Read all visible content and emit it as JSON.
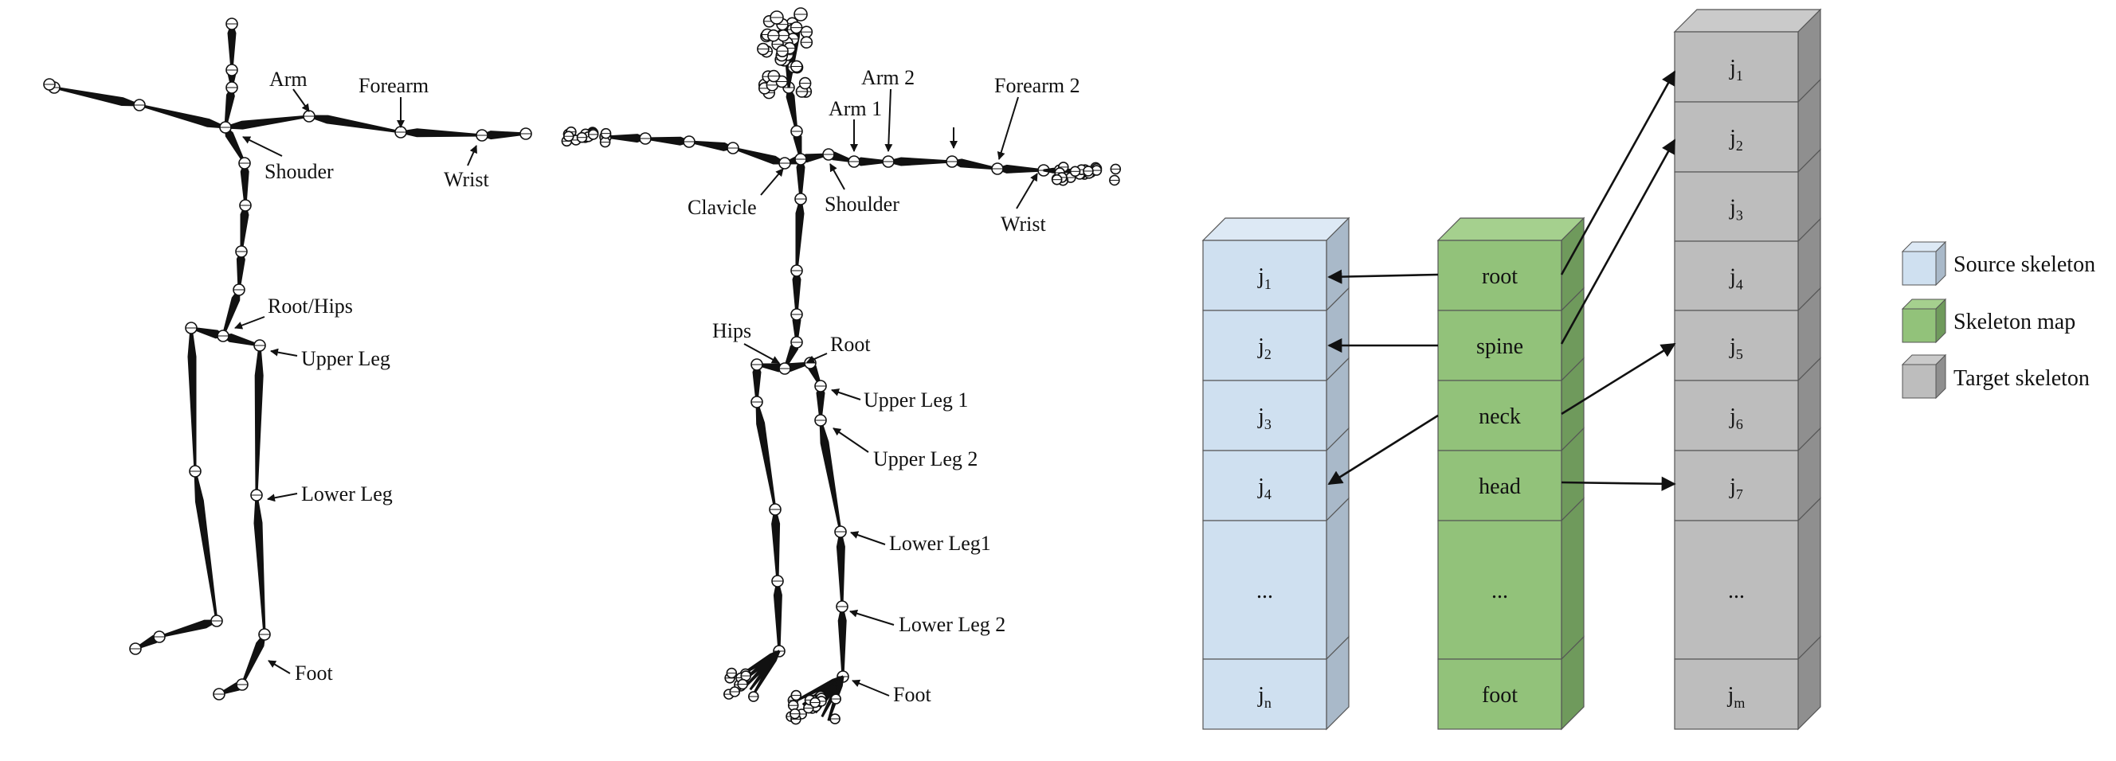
{
  "figure_a": {
    "labels": {
      "arm": "Arm",
      "forearm": "Forearm",
      "shoulder": "Shouder",
      "wrist": "Wrist",
      "root_hips": "Root/Hips",
      "upper_leg": "Upper Leg",
      "lower_leg": "Lower Leg",
      "foot": "Foot"
    }
  },
  "figure_b": {
    "labels": {
      "arm2": "Arm 2",
      "arm1": "Arm 1",
      "forearm2": "Forearm 2",
      "clavicle": "Clavicle",
      "shoulder": "Shoulder",
      "wrist": "Wrist",
      "hips": "Hips",
      "root": "Root",
      "upper_leg1": "Upper Leg 1",
      "upper_leg2": "Upper Leg 2",
      "lower_leg1": "Lower Leg1",
      "lower_leg2": "Lower Leg 2",
      "foot": "Foot"
    }
  },
  "mapping": {
    "source": {
      "cells": [
        {
          "base": "j",
          "sub": "1"
        },
        {
          "base": "j",
          "sub": "2"
        },
        {
          "base": "j",
          "sub": "3"
        },
        {
          "base": "j",
          "sub": "4"
        },
        {
          "base": "...",
          "sub": ""
        },
        {
          "base": "j",
          "sub": "n"
        }
      ]
    },
    "map": {
      "cells": [
        "root",
        "spine",
        "neck",
        "head",
        "...",
        "foot"
      ]
    },
    "target": {
      "cells": [
        {
          "base": "j",
          "sub": "1"
        },
        {
          "base": "j",
          "sub": "2"
        },
        {
          "base": "j",
          "sub": "3"
        },
        {
          "base": "j",
          "sub": "4"
        },
        {
          "base": "j",
          "sub": "5"
        },
        {
          "base": "j",
          "sub": "6"
        },
        {
          "base": "j",
          "sub": "7"
        },
        {
          "base": "...",
          "sub": ""
        },
        {
          "base": "j",
          "sub": "m"
        }
      ]
    },
    "colors": {
      "source_front": "#cfe0f0",
      "source_top": "#dde9f5",
      "source_side": "#a9b9c9",
      "map_front": "#92c27a",
      "map_top": "#a5d08e",
      "map_side": "#6f9a5c",
      "target_front": "#bdbdbd",
      "target_top": "#cacaca",
      "target_side": "#8f8f8f"
    }
  },
  "legend": {
    "items": [
      {
        "label": "Source skeleton",
        "color": "#cfe0f0"
      },
      {
        "label": "Skeleton map",
        "color": "#92c27a"
      },
      {
        "label": "Target skeleton",
        "color": "#bdbdbd"
      }
    ]
  }
}
